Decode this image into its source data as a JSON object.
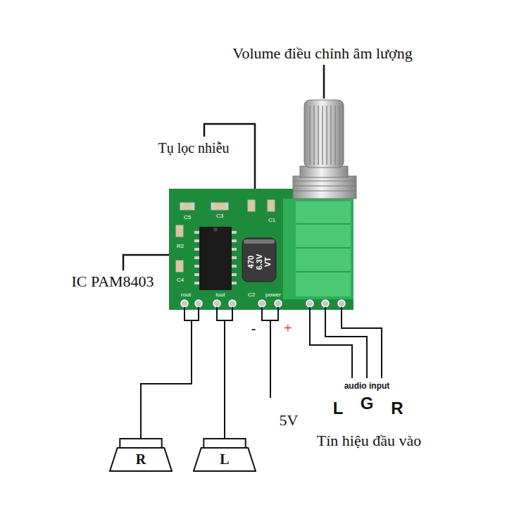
{
  "diagram": {
    "nodes": [
      {
        "text": [
          "R"
        ]
      },
      {
        "text": [
          "L"
        ]
      }
    ],
    "labels": [
      "Volume điều chỉnh âm lượng",
      "Tụ lọc nhiễu",
      "IC PAM8403",
      "C5",
      "C3",
      "C1",
      "R2",
      "C4",
      "rout",
      "lout",
      "C2",
      "power",
      "470",
      "6.3V",
      "VT",
      "-",
      "+",
      "5V",
      "audio input",
      "L",
      "G",
      "R",
      "Tín hiệu đầu vào"
    ]
  }
}
